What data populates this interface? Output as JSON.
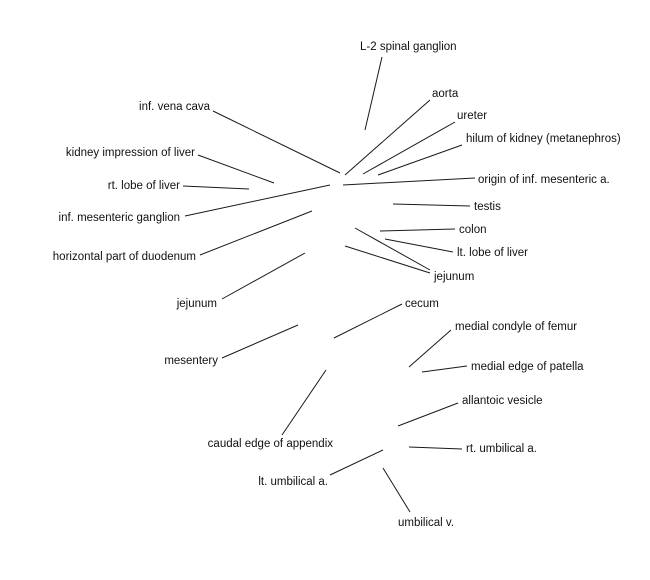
{
  "labels": {
    "l2_spinal_ganglion": "L-2 spinal ganglion",
    "aorta": "aorta",
    "ureter": "ureter",
    "hilum_of_kidney": "hilum of kidney (metanephros)",
    "origin_inf_mesenteric_a": "origin of inf. mesenteric a.",
    "testis": "testis",
    "colon": "colon",
    "lt_lobe_of_liver": "lt. lobe of liver",
    "jejunum_right": "jejunum",
    "inf_vena_cava": "inf. vena cava",
    "kidney_impression_of_liver": "kidney impression of liver",
    "rt_lobe_of_liver": "rt. lobe of liver",
    "inf_mesenteric_ganglion": "inf. mesenteric ganglion",
    "horizontal_part_of_duodenum": "horizontal part of duodenum",
    "jejunum_left": "jejunum",
    "mesentery": "mesentery",
    "cecum": "cecum",
    "medial_condyle_of_femur": "medial condyle of femur",
    "medial_edge_of_patella": "medial edge of patella",
    "allantoic_vesicle": "allantoic vesicle",
    "caudal_edge_of_appendix": "caudal edge of appendix",
    "rt_umbilical_a": "rt. umbilical a.",
    "lt_umbilical_a": "lt. umbilical a.",
    "umbilical_v": "umbilical v."
  }
}
